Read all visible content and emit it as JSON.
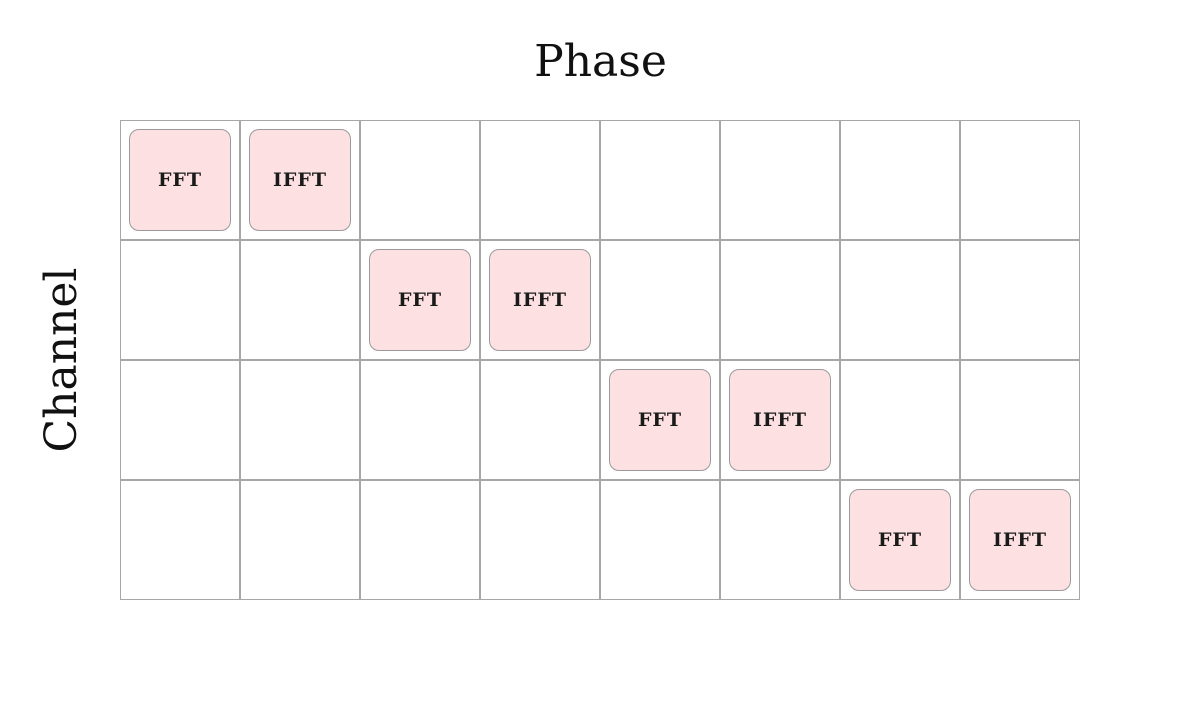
{
  "diagram": {
    "x_title": "Phase",
    "y_title": "Channel",
    "rows": 4,
    "cols": 8,
    "colors": {
      "block_fill": "#fde0e2",
      "block_border": "#9a9a9a",
      "grid_line": "#a6a6a6"
    },
    "blocks": [
      {
        "row": 0,
        "col": 0,
        "label": "FFT"
      },
      {
        "row": 0,
        "col": 1,
        "label": "IFFT"
      },
      {
        "row": 1,
        "col": 2,
        "label": "FFT"
      },
      {
        "row": 1,
        "col": 3,
        "label": "IFFT"
      },
      {
        "row": 2,
        "col": 4,
        "label": "FFT"
      },
      {
        "row": 2,
        "col": 5,
        "label": "IFFT"
      },
      {
        "row": 3,
        "col": 6,
        "label": "FFT"
      },
      {
        "row": 3,
        "col": 7,
        "label": "IFFT"
      }
    ]
  }
}
